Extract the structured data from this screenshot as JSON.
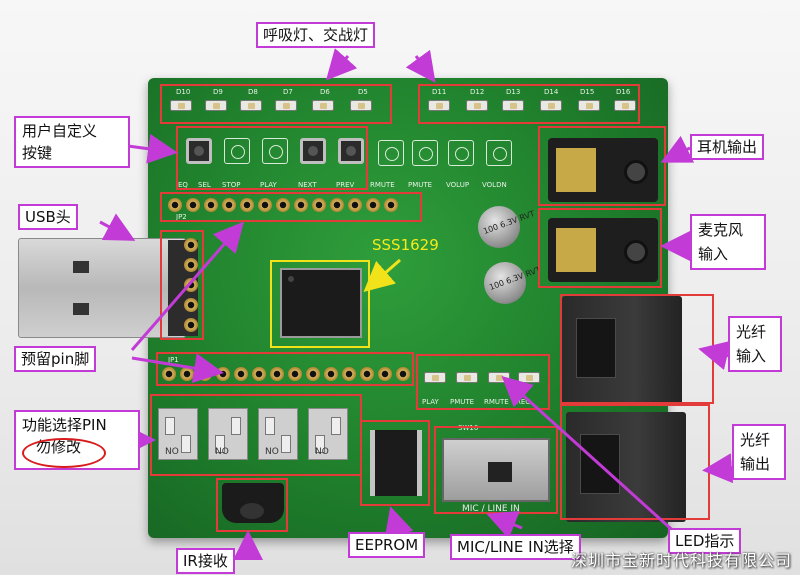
{
  "labels": {
    "breathing_led": "呼吸灯、交战灯",
    "custom_buttons": "用户自定义\n按键",
    "usb_head": "USB头",
    "reserved_pins": "预留pin脚",
    "function_select": "功能选择PIN",
    "do_not_modify": "勿修改",
    "ir_receiver": "IR接收",
    "eeprom": "EEPROM",
    "mic_line_switch": "MIC/LINE IN选择",
    "headphone_out": "耳机输出",
    "mic_in": "麦克风\n输入",
    "optical_in": "光纤\n输入",
    "optical_out": "光纤\n输出",
    "led_indicator": "LED指示",
    "chip_name": "SSS1629"
  },
  "silkscreen": {
    "leds_left": [
      "D10",
      "D9",
      "D8",
      "D7",
      "D6",
      "D5"
    ],
    "leds_right": [
      "D11",
      "D12",
      "D13",
      "D14",
      "D15",
      "D16"
    ],
    "buttons": [
      "EQ",
      "SEL",
      "STOP",
      "PLAY",
      "NEXT",
      "PREV",
      "RMUTE",
      "PMUTE",
      "VOLUP",
      "VOLDN"
    ],
    "jp2": "JP2",
    "jp1": "JP1",
    "led_bottom": [
      "PLAY",
      "PMUTE",
      "RMUTE",
      "REC"
    ],
    "sw10": "SW10",
    "slide_text": "MIC / LINE IN",
    "dip_text": "NO",
    "cap_text": "100 6.3V RVT"
  },
  "watermark": "深圳市宝新时代科技有限公司",
  "colors": {
    "annotation_border": "#c23bd6",
    "highlight_box": "#e33a3a",
    "chip_box": "#f2e21a",
    "pcb": "#1f7f2c"
  }
}
